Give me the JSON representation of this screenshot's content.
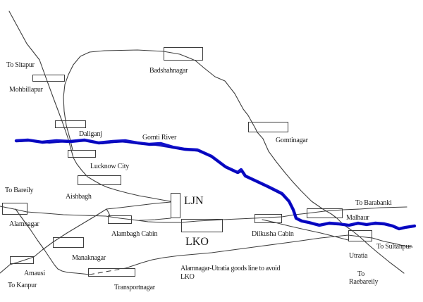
{
  "map": {
    "background_color": "#ffffff",
    "rail_line_color": "#3d3d3d",
    "river": {
      "label": "Gomti River",
      "color": "#1111cc"
    },
    "junction_stations": {
      "ljn": "LJN",
      "lko": "LKO"
    },
    "labels": {
      "to_sitapur": "To Sitapur",
      "mohbillapur": "Mohbillapur",
      "badshahnagar": "Badshahnagar",
      "daliganj": "Daliganj",
      "gomti_river": "Gomti River",
      "gomtinagar": "Gomtinagar",
      "lucknow_city": "Lucknow City",
      "to_bareily": "To Bareily",
      "aishbagh": "Aishbagh",
      "ljn": "LJN",
      "to_barabanki": "To Barabanki",
      "alamnagar": "Alamnagar",
      "malhaur": "Malhaur",
      "alambagh_cabin": "Alambagh Cabin",
      "dilkusha_cabin": "Dilkusha Cabin",
      "lko": "LKO",
      "to_sultanpur": "To Sultanpur",
      "utratia": "Utratia",
      "manaknagar": "Manaknagar",
      "amausi": "Amausi",
      "note_line1": "Alamnagar-Utratia goods line to avoid",
      "note_line2": "LKO",
      "to_kanpur": "To Kanpur",
      "transportnagar": "Transportnagar",
      "to_raebareily_line1": "To",
      "to_raebareily_line2": "Raebareily"
    },
    "station_boxes": [
      "Mohbillapur",
      "Badshahnagar",
      "Daliganj",
      "Gomtinagar",
      "Lucknow City",
      "Aishbagh",
      "Alamnagar",
      "LJN",
      "Alambagh Cabin",
      "LKO",
      "Dilkusha Cabin",
      "Malhaur",
      "Utratia",
      "Manaknagar",
      "Amausi",
      "Transportnagar"
    ],
    "rail_routes": [
      "Sitapur line",
      "Daliganj-Badshahnagar-Gomtinagar loop",
      "Lucknow City-LJN curve",
      "Bareily-Alambagh-LKO-Malhaur-Barabanki main line",
      "Kanpur-Amausi-Manaknagar-LJN line",
      "Dilkusha-Utratia branch",
      "Alamnagar-Utratia goods avoiding line (Sultanpur)",
      "Utratia-Raebareily line"
    ]
  }
}
